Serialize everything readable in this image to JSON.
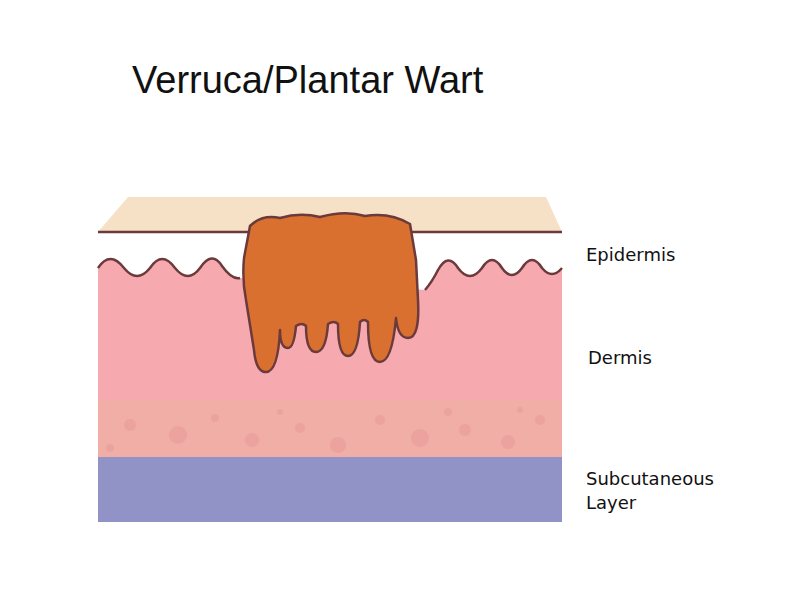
{
  "diagram": {
    "title": "Verruca/Plantar Wart",
    "labels": [
      "Epidermis",
      "Dermis",
      "Subcutaneous Layer"
    ]
  }
}
